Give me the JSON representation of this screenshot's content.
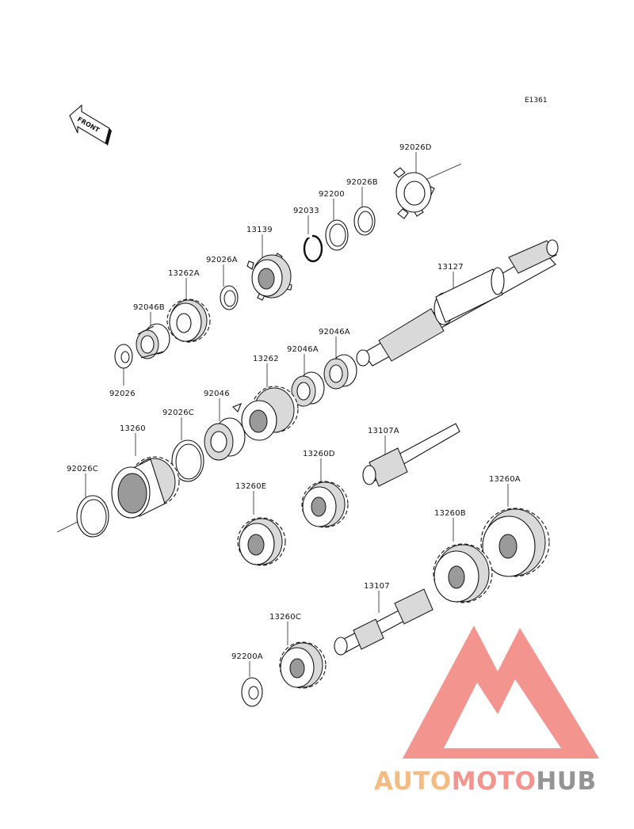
{
  "diagram_code": "E1361",
  "front_arrow_text": "FRONT",
  "parts": [
    {
      "id": "p92026D",
      "label": "92026D"
    },
    {
      "id": "p92026B",
      "label": "92026B"
    },
    {
      "id": "p92200",
      "label": "92200"
    },
    {
      "id": "p92033",
      "label": "92033"
    },
    {
      "id": "p13139",
      "label": "13139"
    },
    {
      "id": "p92026A",
      "label": "92026A"
    },
    {
      "id": "p13262A",
      "label": "13262A"
    },
    {
      "id": "p92046B",
      "label": "92046B"
    },
    {
      "id": "p92026",
      "label": "92026"
    },
    {
      "id": "p13127",
      "label": "13127"
    },
    {
      "id": "p92046A_1",
      "label": "92046A"
    },
    {
      "id": "p92046A_2",
      "label": "92046A"
    },
    {
      "id": "p13262",
      "label": "13262"
    },
    {
      "id": "p92046",
      "label": "92046"
    },
    {
      "id": "p92026C_1",
      "label": "92026C"
    },
    {
      "id": "p13260",
      "label": "13260"
    },
    {
      "id": "p92026C_2",
      "label": "92026C"
    },
    {
      "id": "p13107A",
      "label": "13107A"
    },
    {
      "id": "p13260D",
      "label": "13260D"
    },
    {
      "id": "p13260E",
      "label": "13260E"
    },
    {
      "id": "p13260A",
      "label": "13260A"
    },
    {
      "id": "p13260B",
      "label": "13260B"
    },
    {
      "id": "p13107",
      "label": "13107"
    },
    {
      "id": "p13260C",
      "label": "13260C"
    },
    {
      "id": "p92200A",
      "label": "92200A"
    }
  ],
  "watermark": {
    "part1": "AUTO",
    "part2": "MOTO",
    "part3": "HUB",
    "colors": {
      "auto": "#f4b678",
      "moto": "#f28b86",
      "hub": "#8c8c8c",
      "logo": "#f28b86"
    }
  }
}
